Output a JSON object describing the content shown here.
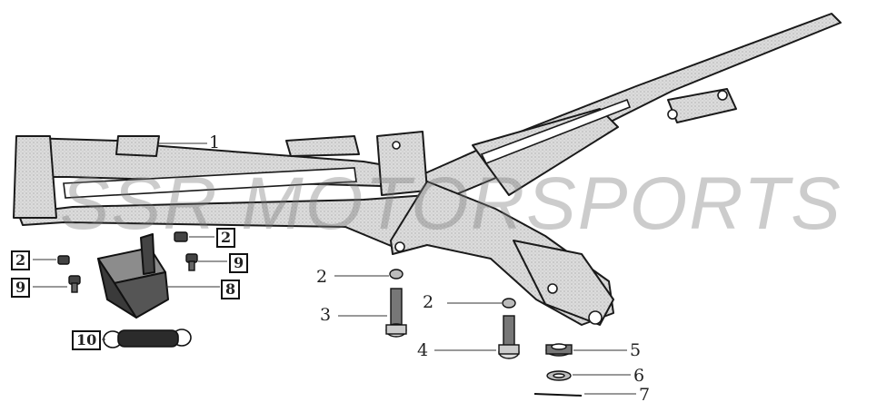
{
  "watermark": "SSR MOTORSPORTS",
  "callouts": {
    "frame": "1",
    "washer_a": "2",
    "washer_b": "2",
    "washer_c": "2",
    "washer_d": "2",
    "bolt_a": "3",
    "bolt_b": "4",
    "nut": "5",
    "washer_e": "6",
    "cotter_pin": "7",
    "battery_box": "8",
    "bolt_c": "9",
    "bolt_d": "9",
    "strap": "10"
  },
  "colors": {
    "ink": "#1a1a1a",
    "metal": "#d9d9d9",
    "shade": "#8a8a8a"
  }
}
